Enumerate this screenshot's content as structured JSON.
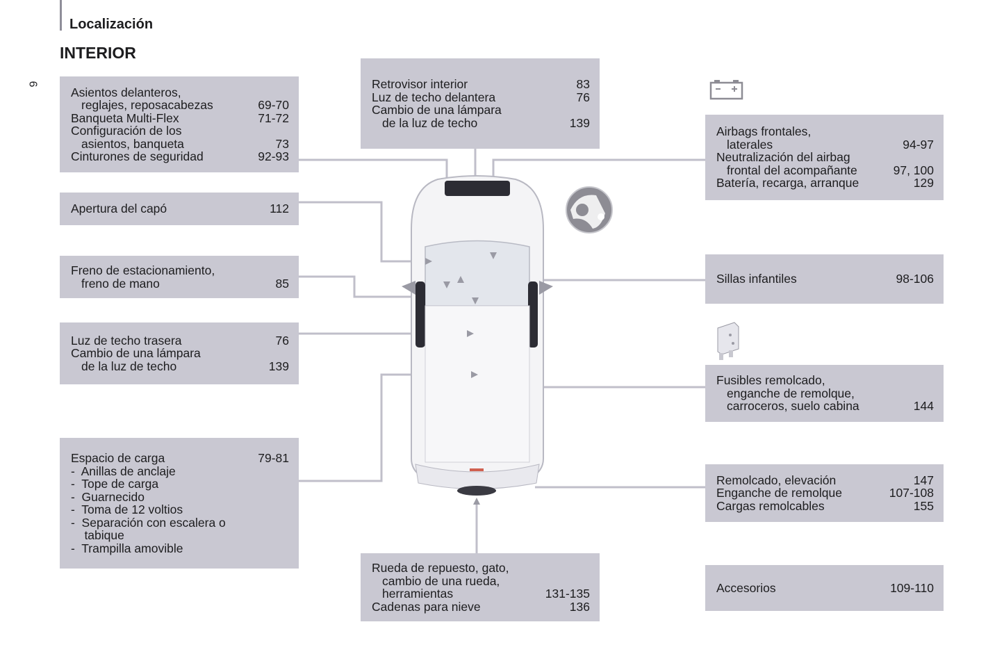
{
  "header": {
    "section": "Localización",
    "title": "INTERIOR",
    "page_number": "6"
  },
  "boxes": {
    "seats": [
      {
        "t": "Asientos delanteros,",
        "p": ""
      },
      {
        "t": "reglajes, reposacabezas",
        "p": "69-70",
        "indent": true
      },
      {
        "t": "Banqueta Multi-Flex",
        "p": "71-72"
      },
      {
        "t": "Configuración de los",
        "p": ""
      },
      {
        "t": "asientos, banqueta",
        "p": "73",
        "indent": true
      },
      {
        "t": "Cinturones de seguridad",
        "p": "92-93"
      }
    ],
    "bonnet": [
      {
        "t": "Apertura del capó",
        "p": "112"
      }
    ],
    "parking_brake": [
      {
        "t": "Freno de estacionamiento,",
        "p": ""
      },
      {
        "t": "freno de mano",
        "p": "85",
        "indent": true
      }
    ],
    "rear_light": [
      {
        "t": "Luz de techo trasera",
        "p": "76"
      },
      {
        "t": "Cambio de una lámpara",
        "p": ""
      },
      {
        "t": "de la luz de techo",
        "p": "139",
        "indent": true
      }
    ],
    "cargo": [
      {
        "t": "Espacio de carga",
        "p": "79-81"
      },
      {
        "t": "-  Anillas de anclaje",
        "p": ""
      },
      {
        "t": "-  Tope de carga",
        "p": ""
      },
      {
        "t": "-  Guarnecido",
        "p": ""
      },
      {
        "t": "-  Toma de 12 voltios",
        "p": ""
      },
      {
        "t": "-  Separación con escalera o",
        "p": ""
      },
      {
        "t": "    tabique",
        "p": ""
      },
      {
        "t": "-  Trampilla amovible",
        "p": ""
      }
    ],
    "mirror": [
      {
        "t": "Retrovisor interior",
        "p": "83"
      },
      {
        "t": "Luz de techo delantera",
        "p": "76"
      },
      {
        "t": "Cambio de una lámpara",
        "p": ""
      },
      {
        "t": "de la luz de techo",
        "p": "139",
        "indent": true
      }
    ],
    "spare": [
      {
        "t": "Rueda de repuesto, gato,",
        "p": ""
      },
      {
        "t": "cambio de una rueda,",
        "p": "",
        "indent": true
      },
      {
        "t": "herramientas",
        "p": "131-135",
        "indent": true
      },
      {
        "t": "Cadenas para nieve",
        "p": "136"
      }
    ],
    "airbags": [
      {
        "t": "Airbags frontales,",
        "p": ""
      },
      {
        "t": "laterales",
        "p": "94-97",
        "indent": true
      },
      {
        "t": "Neutralización del airbag",
        "p": ""
      },
      {
        "t": "frontal del acompañante",
        "p": "97, 100",
        "indent": true
      },
      {
        "t": "Batería, recarga, arranque",
        "p": "129"
      }
    ],
    "child_seats": [
      {
        "t": "Sillas infantiles",
        "p": "98-106"
      }
    ],
    "fuses": [
      {
        "t": "Fusibles remolcado,",
        "p": ""
      },
      {
        "t": "enganche de remolque,",
        "p": "",
        "indent": true
      },
      {
        "t": "carroceros, suelo cabina",
        "p": "144",
        "indent": true
      }
    ],
    "towing": [
      {
        "t": "Remolcado, elevación",
        "p": "147"
      },
      {
        "t": "Enganche de remolque",
        "p": "107-108"
      },
      {
        "t": "Cargas remolcables",
        "p": "155"
      }
    ],
    "accessories": [
      {
        "t": "Accesorios",
        "p": "109-110"
      }
    ]
  },
  "colors": {
    "box": "#c9c8d2",
    "line": "#c0bfca",
    "icon": "#8d8c94"
  }
}
